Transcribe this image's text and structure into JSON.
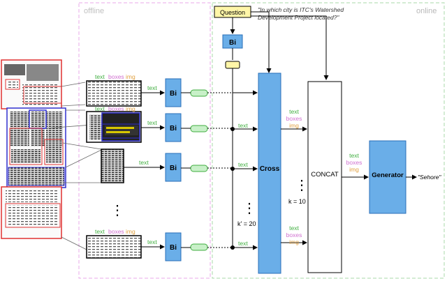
{
  "sections": {
    "offline": "offline",
    "online": "online"
  },
  "question": {
    "box_label": "Question",
    "text_line1": "\"In which city is ITC's Watershed",
    "text_line2": "Development Project located?\""
  },
  "modules": {
    "bi": "Bi",
    "cross": "Cross",
    "concat": "CONCAT",
    "generator": "Generator"
  },
  "features": {
    "text": "text",
    "boxes": "boxes",
    "img": "img"
  },
  "labels": {
    "k_prime": "k' = 20",
    "k": "k = 10",
    "output": "\"Sehore\"",
    "ellipsis": "⋮"
  },
  "colors": {
    "module_fill": "#6aaee8",
    "module_stroke": "#2a6fb8",
    "text_green": "#3fae3f",
    "boxes_pink": "#d070d0",
    "img_orange": "#e0a040",
    "question_fill": "#fff6a8",
    "offline_border": "#e8a8e8",
    "online_border": "#a8d8a8",
    "doc_red": "#e03030",
    "doc_blue": "#3030d0",
    "embed_green": "#c8f0c8",
    "token_yellow": "#fff6a8"
  }
}
